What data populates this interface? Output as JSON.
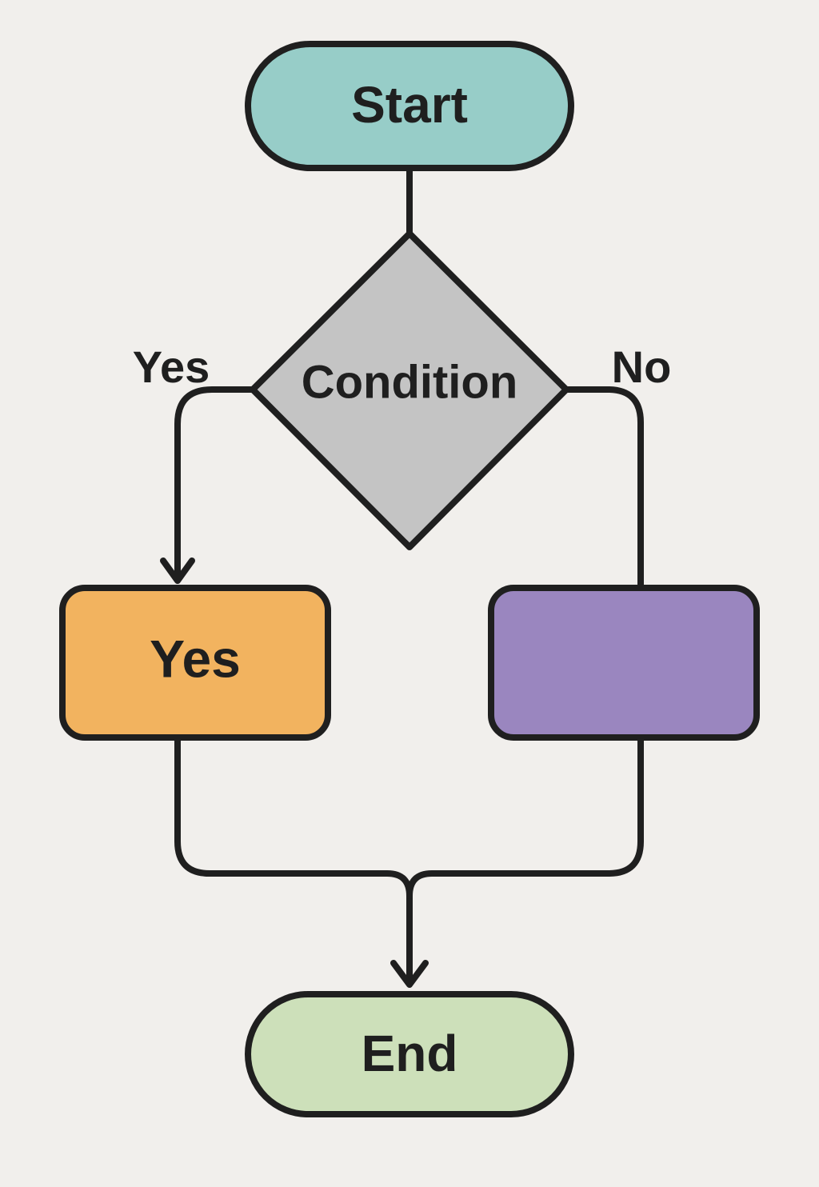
{
  "nodes": {
    "start": {
      "label": "Start",
      "fill": "#97cdc8"
    },
    "condition": {
      "label": "Condition",
      "fill": "#c4c4c4"
    },
    "yes_box": {
      "label": "Yes",
      "fill": "#f2b35f"
    },
    "no_box": {
      "label": "",
      "fill": "#9a86bf"
    },
    "end": {
      "label": "End",
      "fill": "#cde0ba"
    }
  },
  "branches": {
    "yes_label": "Yes",
    "no_label": "No"
  }
}
